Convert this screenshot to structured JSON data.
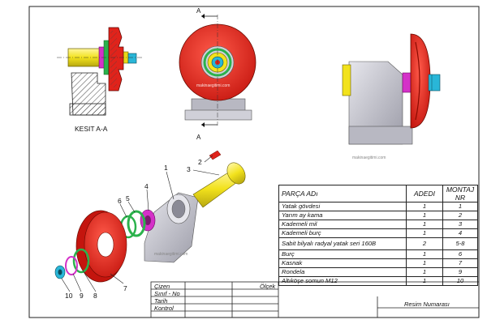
{
  "section": {
    "label": "KESIT A-A",
    "cut_marker": "A"
  },
  "watermark": "makinaegitimi.com",
  "balloons": [
    "1",
    "2",
    "3",
    "4",
    "5",
    "6",
    "7",
    "8",
    "9",
    "10"
  ],
  "parts_table": {
    "headers": [
      "PARÇA ADı",
      "ADEDI",
      "MONTAJ NR"
    ],
    "rows": [
      {
        "name": "Yatak gövdesi",
        "qty": "1",
        "no": "1"
      },
      {
        "name": "Yarım ay kama",
        "qty": "1",
        "no": "2"
      },
      {
        "name": "Kademeli mil",
        "qty": "1",
        "no": "3"
      },
      {
        "name": "Kademeli burç",
        "qty": "1",
        "no": "4"
      },
      {
        "name": "Sabit bilyalı radyal yatak seri 160B",
        "qty": "2",
        "no": "5-8"
      },
      {
        "name": "Burç",
        "qty": "1",
        "no": "6"
      },
      {
        "name": "Kasnak",
        "qty": "1",
        "no": "7"
      },
      {
        "name": "Rondela",
        "qty": "1",
        "no": "9"
      },
      {
        "name": "Altıköşe somun M12",
        "qty": "1",
        "no": "10"
      }
    ]
  },
  "title_block": {
    "labels": [
      "Çizen",
      "Sınıf - No",
      "Tarih",
      "Kontrol"
    ],
    "scale_label": "Ölçek",
    "drawing_number_label": "Resim Numarası"
  },
  "colors": {
    "pulley_red": "#e0231b",
    "shaft_yellow": "#f2e21c",
    "housing_grey": "#c4c4cc",
    "bushing_magenta": "#d431c8",
    "bearing_green": "#2bb24c",
    "nut_cyan": "#29b6d8",
    "hatch": "#555555"
  }
}
